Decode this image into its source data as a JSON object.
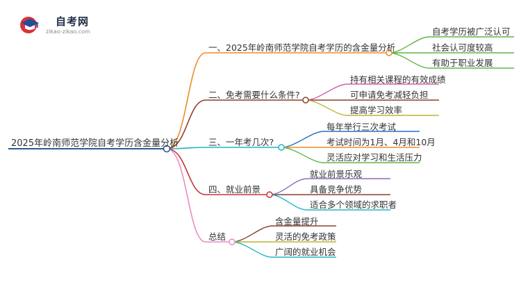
{
  "logo": {
    "name": "自考网",
    "domain": "zikao-zikao.com"
  },
  "root": "2025年岭南师范学院自考学历含金量分析",
  "branches": [
    {
      "label": "一、2025年岭南师范学院自考学历的含金量分析",
      "color": "#ef8a2a",
      "children": [
        "自考学历被广泛认可",
        "社会认可度较高",
        "有助于职业发展"
      ],
      "child_colors": [
        "#5fb544",
        "#5fb544",
        "#5fb544"
      ]
    },
    {
      "label": "二、免考需要什么条件?",
      "color": "#8a3f2a",
      "children": [
        "持有相关课程的有效成绩",
        "可申请免考减轻负担",
        "提高学习效率"
      ],
      "child_colors": [
        "#d95fa8",
        "#8a3f2a",
        "#bdb235"
      ]
    },
    {
      "label": "三、一年考几次?",
      "color": "#20b5c4",
      "children": [
        "每年举行三次考试",
        "考试时间为1月、4月和10月",
        "灵活应对学习和生活压力"
      ],
      "child_colors": [
        "#2a6fc9",
        "#ef8a2a",
        "#5fb544"
      ]
    },
    {
      "label": "四、就业前景",
      "color": "#c8323c",
      "children": [
        "就业前景乐观",
        "具备竞争优势",
        "适合多个领域的求职者"
      ],
      "child_colors": [
        "#8b6cc4",
        "#8a3f2a",
        "#20b5c4"
      ]
    },
    {
      "label": "总结",
      "color": "#e98bc4",
      "children": [
        "含金量提升",
        "灵活的免考政策",
        "广阔的就业机会"
      ],
      "child_colors": [
        "#8a3f2a",
        "#bdb235",
        "#20b5c4"
      ]
    }
  ]
}
